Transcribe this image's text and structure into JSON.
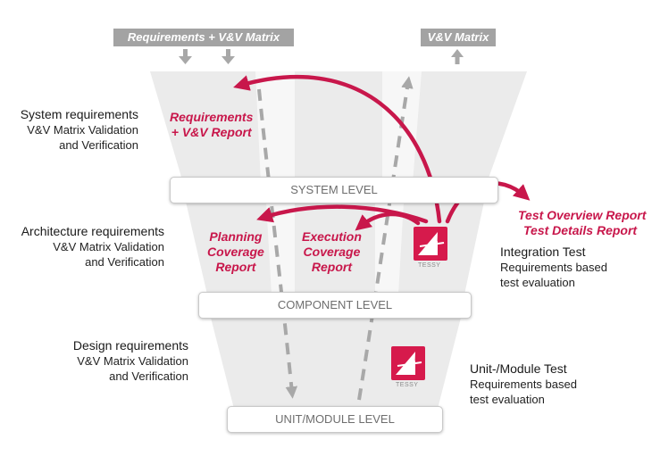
{
  "colors": {
    "accent": "#c8174b",
    "funnel": "#ebebeb",
    "tag": "#a3a3a3",
    "level_text": "#6e6e6e"
  },
  "tags": {
    "left": "Requirements + V&V Matrix",
    "right": "V&V Matrix"
  },
  "levels": {
    "system": "SYSTEM LEVEL",
    "component": "COMPONENT LEVEL",
    "unit": "UNIT/MODULE LEVEL"
  },
  "left_labels": [
    {
      "title": "System requirements",
      "line1": "V&V Matrix Validation",
      "line2": "and Verification"
    },
    {
      "title": "Architecture requirements",
      "line1": "V&V Matrix Validation",
      "line2": "and Verification"
    },
    {
      "title": "Design requirements",
      "line1": "V&V Matrix Validation",
      "line2": "and Verification"
    }
  ],
  "right_labels": [
    {
      "title": "Integration Test",
      "line1": "Requirements based",
      "line2": "test evaluation"
    },
    {
      "title": "Unit-/Module Test",
      "line1": "Requirements based",
      "line2": "test evaluation"
    }
  ],
  "reports": {
    "requirements_vv": [
      "Requirements",
      "+ V&V Report"
    ],
    "planning": [
      "Planning",
      "Coverage",
      "Report"
    ],
    "execution": [
      "Execution",
      "Coverage",
      "Report"
    ],
    "test_overview": "Test Overview Report",
    "test_details": "Test Details Report"
  },
  "logo": {
    "caption": "TESSY",
    "icon": "tessy-logo-icon"
  }
}
